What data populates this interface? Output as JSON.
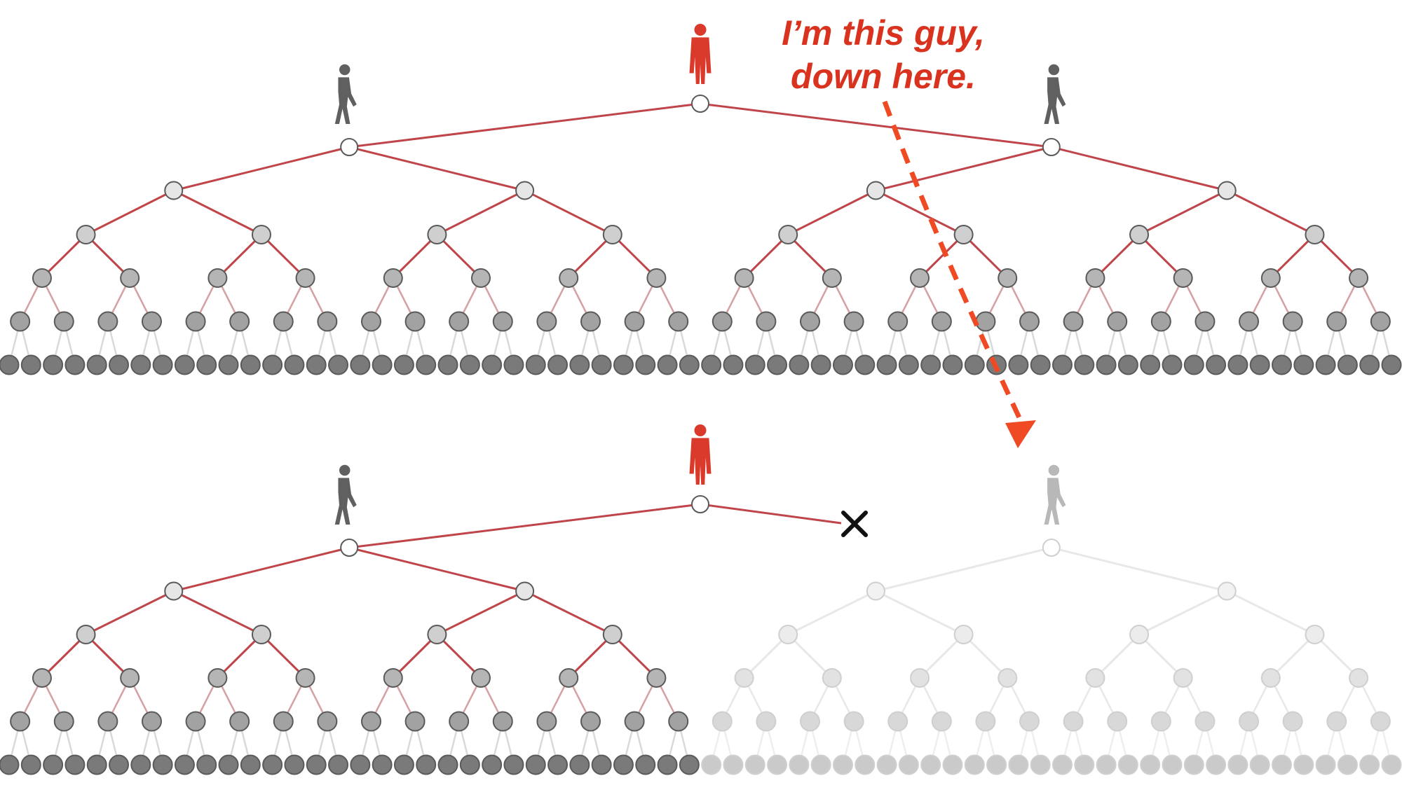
{
  "annotation": {
    "line1": "I’m this guy,",
    "line2": "down here."
  },
  "colors": {
    "root_figure": "#d93a2b",
    "figure": "#606060",
    "figure_faded": "#b8b8b8",
    "edge": "#c0454a",
    "edge_faded": "#e8e8e8",
    "leaf_stub": "#d9d9d9",
    "arrow": "#f04a24",
    "cross": "#111111"
  },
  "icons": {
    "root_person": "standing-person-icon",
    "child_person": "walking-person-icon",
    "cut_mark": "cross-icon",
    "pointer": "dashed-arrow-icon"
  },
  "trees": [
    {
      "name": "full-tree",
      "levels": 7,
      "cut_right_branch": false
    },
    {
      "name": "pruned-tree",
      "levels": 7,
      "cut_right_branch": true
    }
  ]
}
